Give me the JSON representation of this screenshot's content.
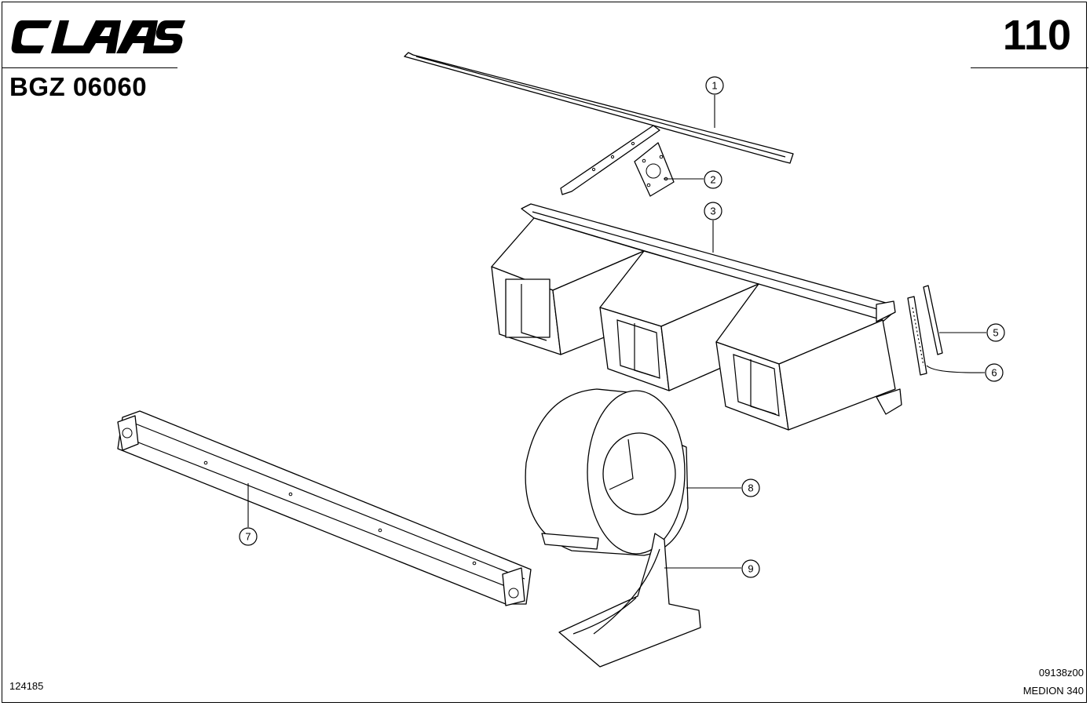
{
  "header": {
    "brand": "CLAAS",
    "group_code": "BGZ 06060",
    "page_number": "110"
  },
  "footer": {
    "document_number": "124185",
    "drawing_number": "09138z00",
    "model": "MEDION 340"
  },
  "callouts": [
    "1",
    "2",
    "3",
    "5",
    "6",
    "7",
    "8",
    "9"
  ]
}
